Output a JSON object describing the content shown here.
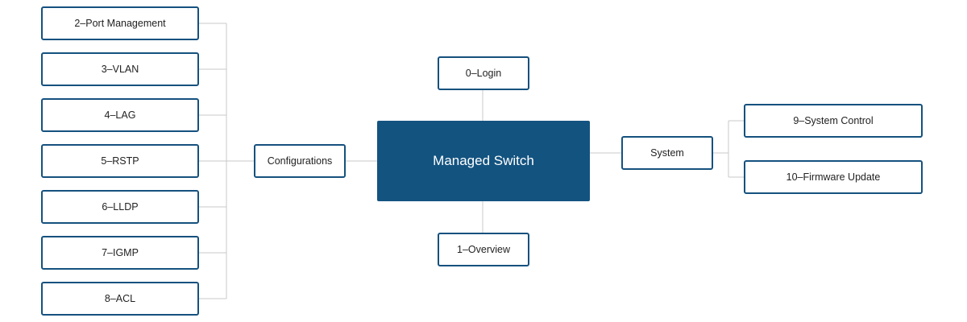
{
  "diagram": {
    "root": "Managed Switch",
    "top": "0–Login",
    "bottom": "1–Overview",
    "left_branch": {
      "label": "Configurations",
      "children": [
        "2–Port Management",
        "3–VLAN",
        "4–LAG",
        "5–RSTP",
        "6–LLDP",
        "7–IGMP",
        "8–ACL"
      ]
    },
    "right_branch": {
      "label": "System",
      "children": [
        "9–System Control",
        "10–Firmware Update"
      ]
    },
    "colors": {
      "root_fill": "#135380",
      "node_border": "#15517e",
      "connector": "#c8c8c8"
    }
  }
}
